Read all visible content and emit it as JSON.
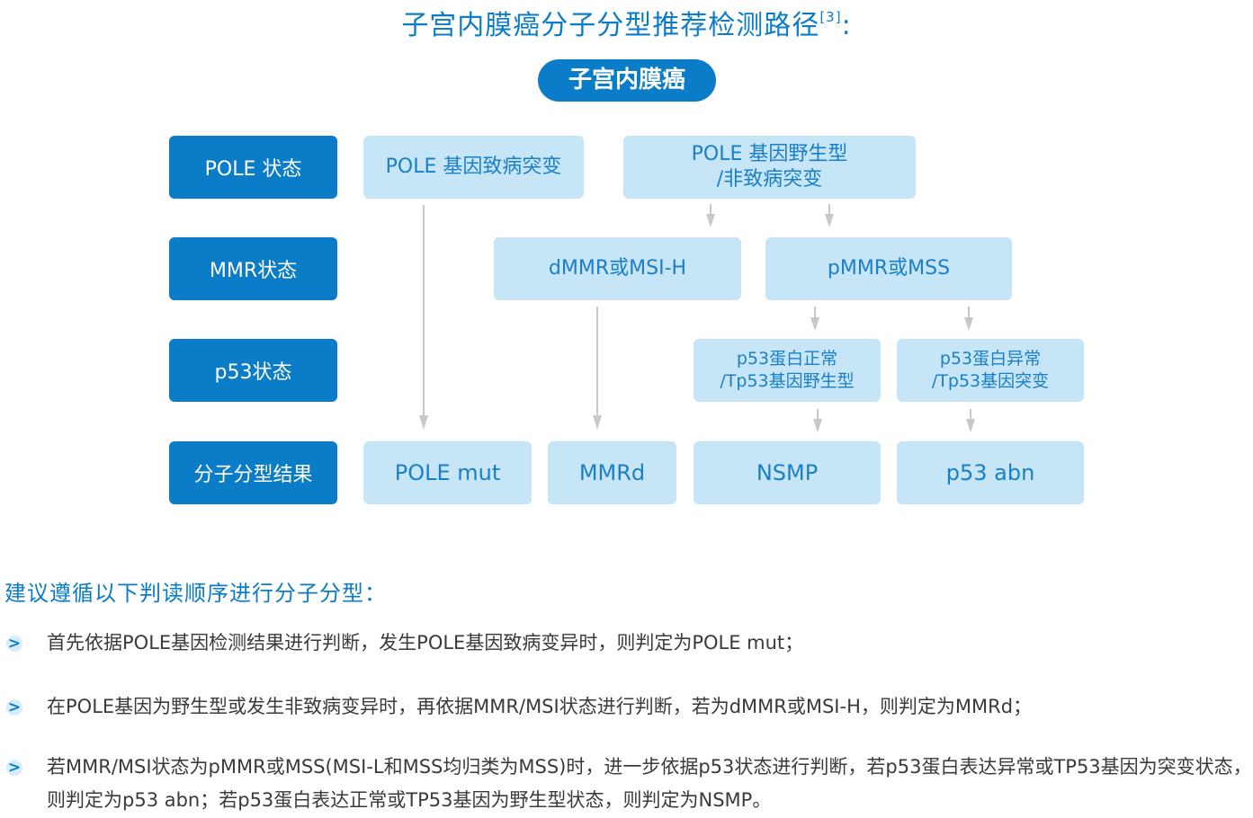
{
  "title": {
    "text": "子宫内膜癌分子分型推荐检测路径",
    "ref": "[3]",
    "colon": ":"
  },
  "root": "子宫内膜癌",
  "row_labels": [
    "POLE 状态",
    "MMR状态",
    "p53状态",
    "分子分型结果"
  ],
  "nodes": {
    "pole_mut": "POLE 基因致病突变",
    "pole_wt_line1": "POLE 基因野生型",
    "pole_wt_line2": "/非致病突变",
    "dmmr": "dMMR或MSI-H",
    "pmmr": "pMMR或MSS",
    "p53_normal_line1": "p53蛋白正常",
    "p53_normal_line2": "/Tp53基因野生型",
    "p53_abn_line1": "p53蛋白异常",
    "p53_abn_line2": "/Tp53基因突变"
  },
  "results": [
    "POLE mut",
    "MMRd",
    "NSMP",
    "p53 abn"
  ],
  "subheading": "建议遵循以下判读顺序进行分子分型：",
  "rules": [
    "首先依据POLE基因检测结果进行判断，发生POLE基因致病变异时，则判定为POLE mut；",
    "在POLE基因为野生型或发生非致病变异时，再依据MMR/MSI状态进行判断，若为dMMR或MSI-H，则判定为MMRd；",
    "若MMR/MSI状态为pMMR或MSS(MSI-L和MSS均归类为MSS)时，进一步依据p53状态进行判断，若p53蛋白表达异常或TP53基因为突变状态，则判定为p53 abn；若p53蛋白表达正常或TP53基因为野生型状态，则判定为NSMP。"
  ],
  "bullet_glyph": ">",
  "colors": {
    "primary": "#0a7cc8",
    "node_fill": "#c6e5f7",
    "node_text": "#1b7fc7",
    "arrow": "#c8c8c8",
    "body_text": "#3a3a3a"
  }
}
